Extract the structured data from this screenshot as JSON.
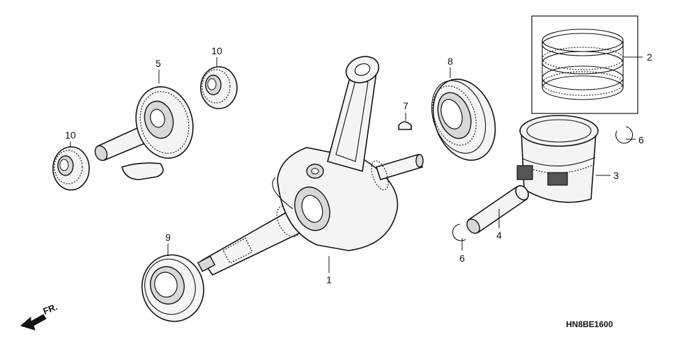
{
  "diagram": {
    "code": "HN8BE1600",
    "direction_label": "FR."
  },
  "callouts": [
    {
      "id": "c1",
      "label": "1"
    },
    {
      "id": "c2",
      "label": "2"
    },
    {
      "id": "c3",
      "label": "3"
    },
    {
      "id": "c4",
      "label": "4"
    },
    {
      "id": "c5",
      "label": "5"
    },
    {
      "id": "c6a",
      "label": "6"
    },
    {
      "id": "c6b",
      "label": "6"
    },
    {
      "id": "c7",
      "label": "7"
    },
    {
      "id": "c8",
      "label": "8"
    },
    {
      "id": "c9",
      "label": "9"
    },
    {
      "id": "c10a",
      "label": "10"
    },
    {
      "id": "c10b",
      "label": "10"
    }
  ]
}
